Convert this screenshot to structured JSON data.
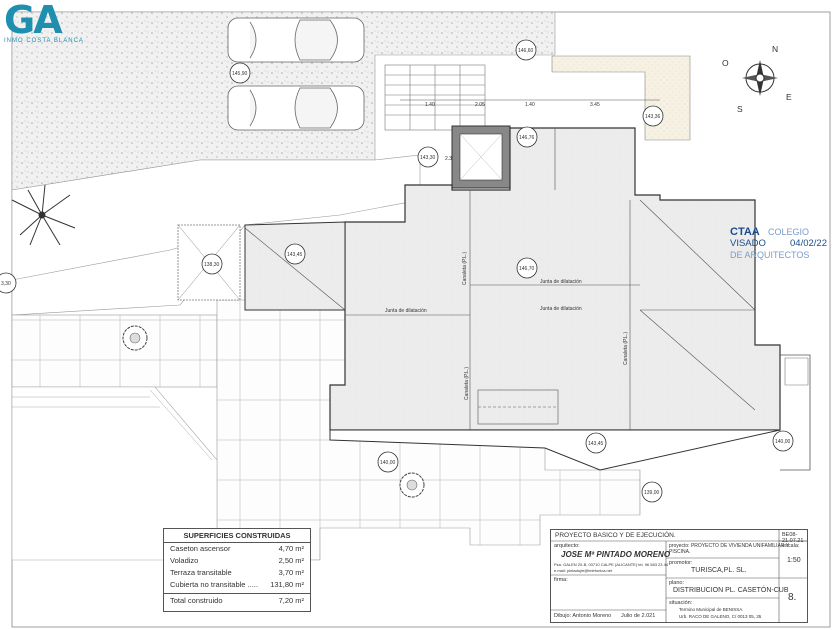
{
  "logo": {
    "mark": "GA",
    "subtitle": "INMO COSTA BLANCA"
  },
  "levels": [
    {
      "id": "lv-14660",
      "label": "146,60"
    },
    {
      "id": "lv-14590",
      "label": "145,90"
    },
    {
      "id": "lv-14336",
      "label": "143,36"
    },
    {
      "id": "lv-14630",
      "label": "143,30"
    },
    {
      "id": "lv-14676",
      "label": "146,76"
    },
    {
      "id": "lv-13830",
      "label": "138,30"
    },
    {
      "id": "lv-14345a",
      "label": "143,45"
    },
    {
      "id": "lv-14670",
      "label": "146,70"
    },
    {
      "id": "lv-1330",
      "label": "3,30"
    },
    {
      "id": "lv-14345b",
      "label": "143,45"
    },
    {
      "id": "lv-14000a",
      "label": "140,00"
    },
    {
      "id": "lv-14000b",
      "label": "140,00"
    },
    {
      "id": "lv-13900",
      "label": "139,00"
    }
  ],
  "dims": [
    "1.40",
    "2.05",
    "1.40",
    "3.45",
    "2.30"
  ],
  "notes": {
    "junta1": "Junta de dilatación",
    "junta2": "Junta de dilatación",
    "junta3": "Junta de dilatación",
    "canal1": "Canaleta (P.L.)",
    "canal2": "Canaleta (P.L.)",
    "canal3": "Canaleta (P.L.)"
  },
  "compass": {
    "n": "N",
    "e": "E",
    "s": "S",
    "o": "O"
  },
  "stamp": {
    "org": "CTAA",
    "org2": "COLEGIO",
    "visado": "VISADO",
    "date": "04/02/22",
    "sub": "DE ARQUITECTOS"
  },
  "surfaces": {
    "title": "SUPERFICIES CONSTRUIDAS",
    "rows": [
      {
        "label": "Caseton ascensor",
        "value": "4,70 m²"
      },
      {
        "label": "Voladizo",
        "value": "2,50 m²"
      },
      {
        "label": "Terraza transitable",
        "value": "3,70 m²"
      },
      {
        "label": "Cubierta no transitable .....",
        "value": "131,80 m²"
      }
    ],
    "total_label": "Total construido",
    "total_value": "7,20 m²"
  },
  "cartouche": {
    "project_title": "PROYECTO BASICO Y DE EJECUCIÓN.",
    "code": "BE08-21.07.21",
    "arq_label": "arquitecto:",
    "arq_name": "JOSE Mª PINTADO MORENO",
    "arq_addr": "Pza. GALEN 20-B, 03710 CALPE (ALICANTE) tel. 96 583 23 44",
    "arq_mail": "e.mail: pintadojm@telefonica.net",
    "proj_label": "proyecto:",
    "proj_desc": "PROYECTO DE VIVIENDA UNIFAMILIAR Y PISCINA.",
    "promo_label": "promotor:",
    "promo": "TURISCA,PL. SL.",
    "escala_label": "escala:",
    "escala": "1:50",
    "firma_label": "firma:",
    "plano_label": "plano:",
    "plano": "DISTRIBUCION PL. CASETÓN-CUB",
    "sit_label": "situación:",
    "sit1": "Termino Municipal de BENISSA.",
    "sit2": "Urb. RACO DE GALENO, C/ 0013 05, 35",
    "dib_label": "Dibujo:",
    "dib": "Antonio Moreno",
    "fecha": "Julio de 2.021",
    "sheet": "8."
  }
}
